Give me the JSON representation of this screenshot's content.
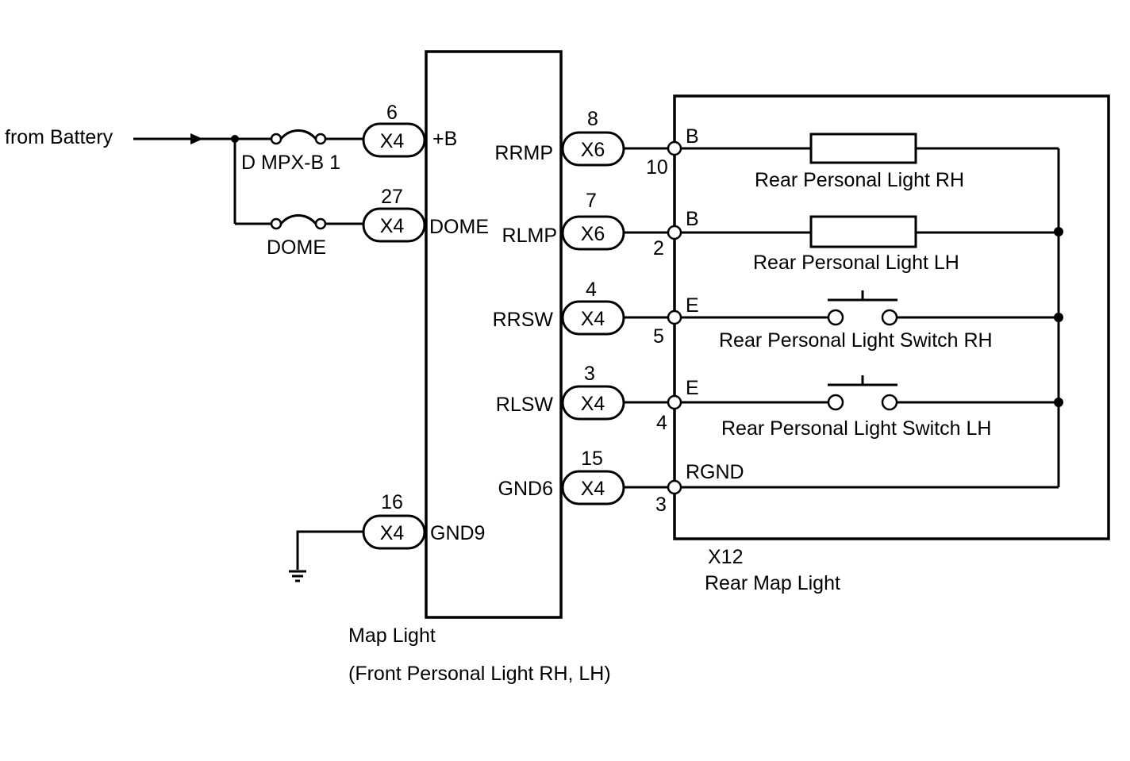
{
  "power": {
    "source_label": "from Battery",
    "fuse_1": "D MPX-B 1",
    "fuse_2": "DOME"
  },
  "map_light": {
    "name": "Map Light",
    "subtitle": "(Front Personal Light RH, LH)",
    "left_pins": [
      {
        "pin": "6",
        "connector": "X4",
        "signal": "+B"
      },
      {
        "pin": "27",
        "connector": "X4",
        "signal": "DOME"
      },
      {
        "pin": "16",
        "connector": "X4",
        "signal": "GND9"
      }
    ],
    "right_pins": [
      {
        "pin": "8",
        "connector": "X6",
        "signal": "RRMP"
      },
      {
        "pin": "7",
        "connector": "X6",
        "signal": "RLMP"
      },
      {
        "pin": "4",
        "connector": "X4",
        "signal": "RRSW"
      },
      {
        "pin": "3",
        "connector": "X4",
        "signal": "RLSW"
      },
      {
        "pin": "15",
        "connector": "X4",
        "signal": "GND6"
      }
    ]
  },
  "rear_map_light": {
    "connector": "X12",
    "name": "Rear Map Light",
    "terminals": [
      {
        "pin": "10",
        "terminal": "B",
        "component": "Rear Personal Light RH"
      },
      {
        "pin": "2",
        "terminal": "B",
        "component": "Rear Personal Light LH"
      },
      {
        "pin": "5",
        "terminal": "E",
        "component": "Rear Personal Light Switch RH"
      },
      {
        "pin": "4",
        "terminal": "E",
        "component": "Rear Personal Light Switch LH"
      },
      {
        "pin": "3",
        "terminal": "RGND",
        "component": ""
      }
    ]
  }
}
